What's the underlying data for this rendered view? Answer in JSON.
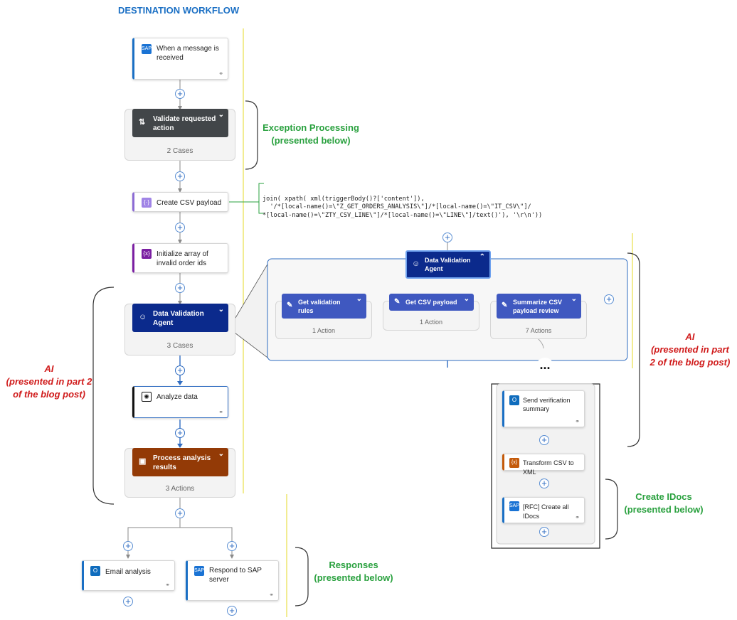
{
  "title": "DESTINATION WORKFLOW",
  "trigger": {
    "label_1": "When a message is",
    "label_2": "received"
  },
  "validate": {
    "label_1": "Validate requested",
    "label_2": "action",
    "count": "2 Cases"
  },
  "create_csv": {
    "label": "Create CSV payload"
  },
  "init_array": {
    "label_1": "Initialize array of",
    "label_2": "invalid order ids"
  },
  "agent": {
    "label_1": "Data Validation",
    "label_2": "Agent",
    "count": "3 Cases"
  },
  "analyze": {
    "label": "Analyze data"
  },
  "process": {
    "label_1": "Process analysis",
    "label_2": "results",
    "count": "3 Actions"
  },
  "email": {
    "label": "Email analysis"
  },
  "respond": {
    "label_1": "Respond to SAP",
    "label_2": "server"
  },
  "code_lines": [
    "join( xpath( xml(triggerBody()?['content']),",
    "  '/*[local-name()=\\\"Z_GET_ORDERS_ANALYSIS\\\"]/*[local-name()=\\\"IT_CSV\\\"]/",
    "*[local-name()=\\\"ZTY_CSV_LINE\\\"]/*[local-name()=\\\"LINE\\\"]/text()'), '\\r\\n'))"
  ],
  "annotations": {
    "exception_1": "Exception Processing",
    "exception_2": "(presented below)",
    "ai_left_1": "AI",
    "ai_left_2": "(presented in part 2",
    "ai_left_3": "of the blog post)",
    "ai_right_1": "AI",
    "ai_right_2": "(presented in part",
    "ai_right_3": "2 of the blog post)",
    "idocs_1": "Create IDocs",
    "idocs_2": "(presented below)",
    "responses_1": "Responses",
    "responses_2": "(presented below)"
  },
  "expanded_agent": {
    "label_1": "Data Validation",
    "label_2": "Agent",
    "tools": [
      {
        "label_1": "Get validation",
        "label_2": "rules",
        "count": "1 Action"
      },
      {
        "label_1": "Get CSV payload",
        "label_2": "",
        "count": "1 Action"
      },
      {
        "label_1": "Summarize CSV",
        "label_2": "payload review",
        "count": "7 Actions"
      }
    ],
    "ellipsis": "..."
  },
  "tool_branch": {
    "send": {
      "label_1": "Send verification",
      "label_2": "summary"
    },
    "transform": {
      "label": "Transform CSV to XML"
    },
    "idocs": {
      "label": "[RFC] Create all IDocs"
    }
  },
  "colors": {
    "accent_blue": "#1a6fc4",
    "agent_navy": "#0b2a8c",
    "validate_dark": "#424649",
    "process_brown": "#933a06",
    "tool_blue": "#3f58c0",
    "green_label": "#2aa13f",
    "red_label": "#d01b1b",
    "yellow_line": "#e8e04a"
  }
}
